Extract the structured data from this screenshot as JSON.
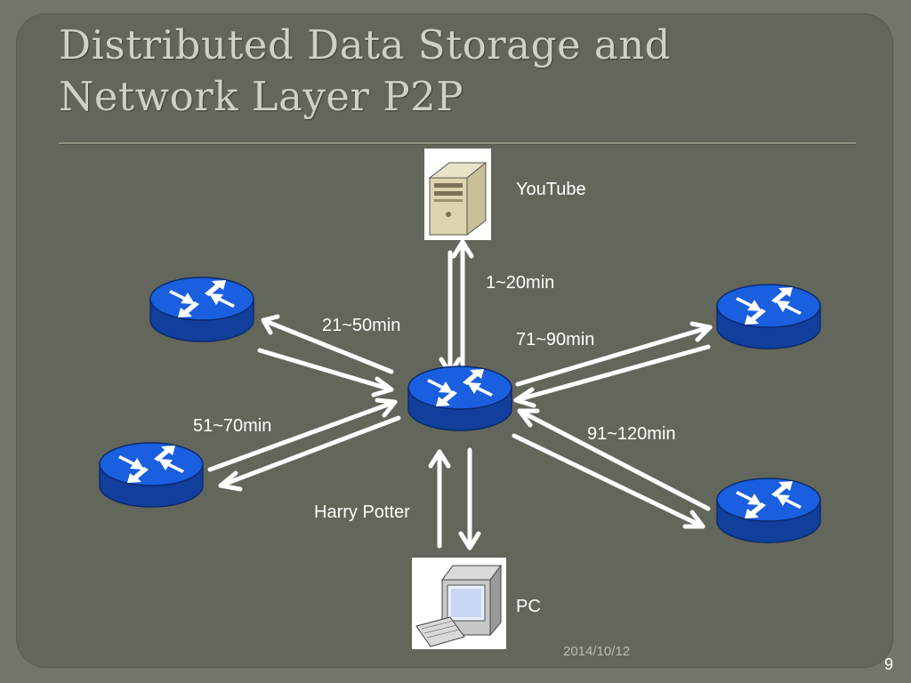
{
  "slide": {
    "title_line1": "Distributed Data Storage and",
    "title_line2": "Network Layer P2P",
    "footer_date": "2014/10/12",
    "page_number": "9"
  },
  "diagram": {
    "nodes": {
      "server": {
        "label": "YouTube",
        "icon": "server-icon"
      },
      "pc": {
        "label": "PC",
        "icon": "desktop-computer-icon"
      },
      "central_router": {
        "icon": "router-icon"
      },
      "top_left_router": {
        "icon": "router-icon"
      },
      "mid_left_router": {
        "icon": "router-icon"
      },
      "top_right_router": {
        "icon": "router-icon"
      },
      "bottom_right_router": {
        "icon": "router-icon"
      }
    },
    "edges": {
      "server_link": "1~20min",
      "top_left_link": "21~50min",
      "mid_left_link": "51~70min",
      "top_right_link": "71~90min",
      "bottom_right_link": "91~120min",
      "pc_link": "Harry Potter"
    },
    "colors": {
      "router_fill": "#1a5fe0",
      "arrow": "#ffffff",
      "background": "#63665a"
    }
  }
}
